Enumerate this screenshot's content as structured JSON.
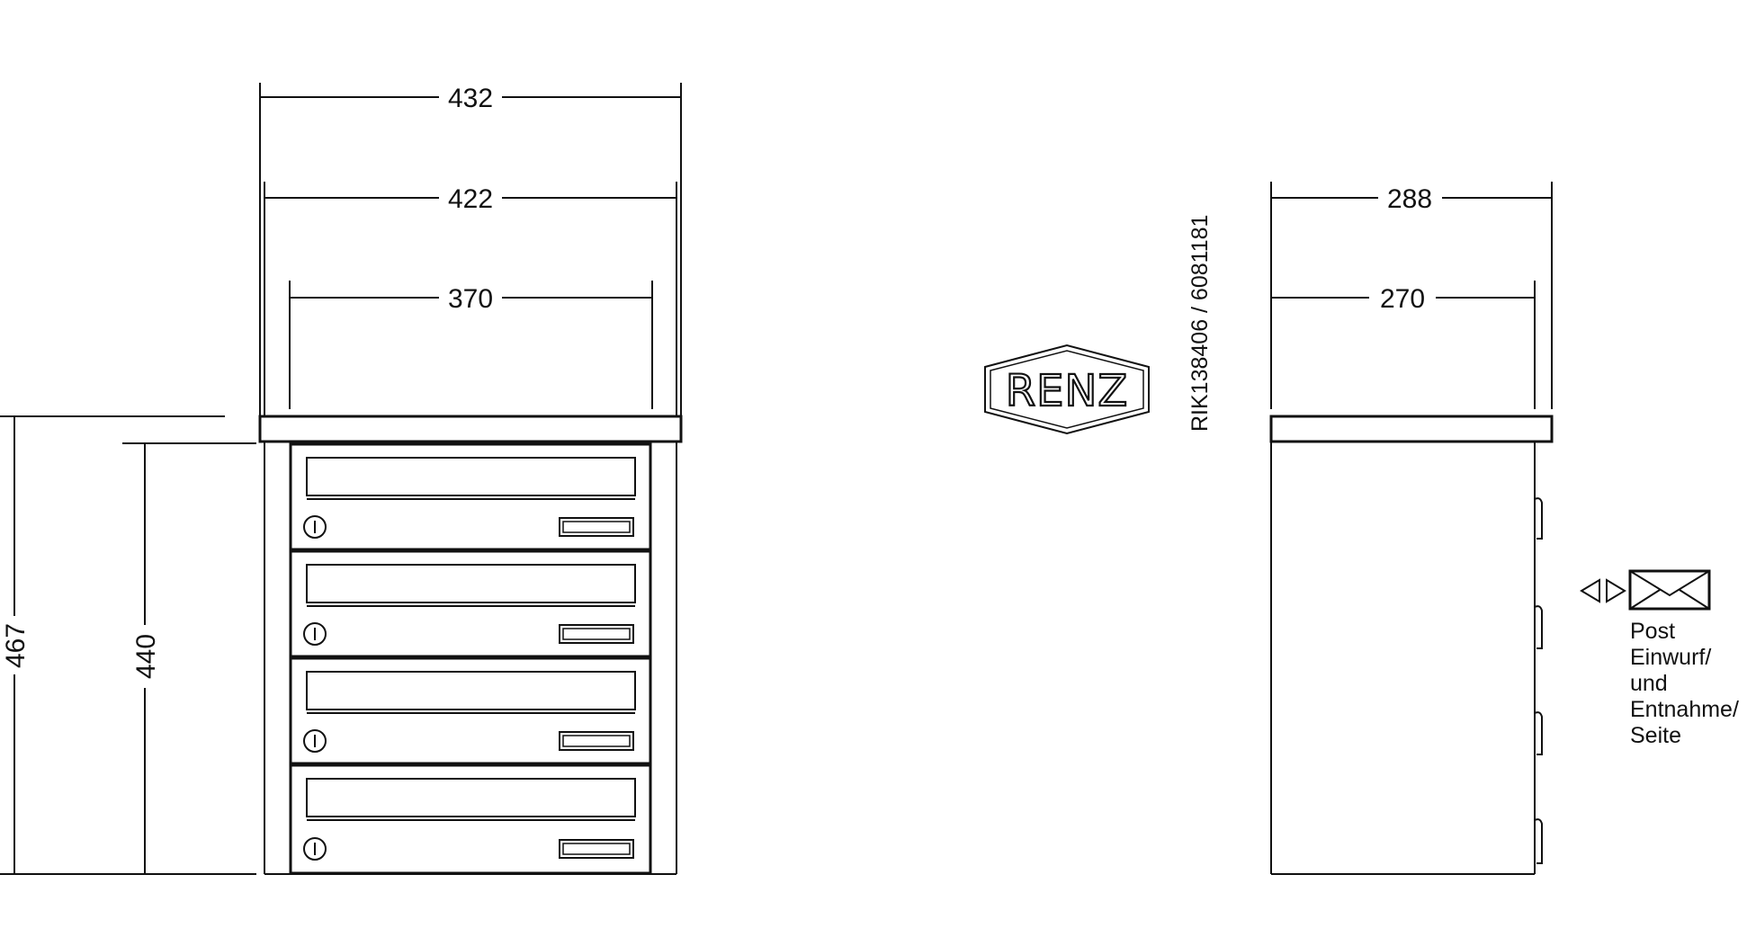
{
  "front_view": {
    "dim_overall_width": "432",
    "dim_body_width": "422",
    "dim_inner_width": "370",
    "dim_overall_height": "467",
    "dim_body_height": "440",
    "mailbox_count": 4
  },
  "side_view": {
    "dim_overall_depth": "288",
    "dim_body_depth": "270"
  },
  "brand": {
    "logo_text": "RENZ",
    "article_code": "RIK138406 / 6081181"
  },
  "legend": {
    "icon": "envelope-icon",
    "direction_icon": "double-arrow-icon",
    "lines": [
      "Post",
      "Einwurf/",
      "und",
      "Entnahme/",
      "Seite"
    ]
  },
  "colors": {
    "line": "#111111",
    "background": "#ffffff"
  }
}
